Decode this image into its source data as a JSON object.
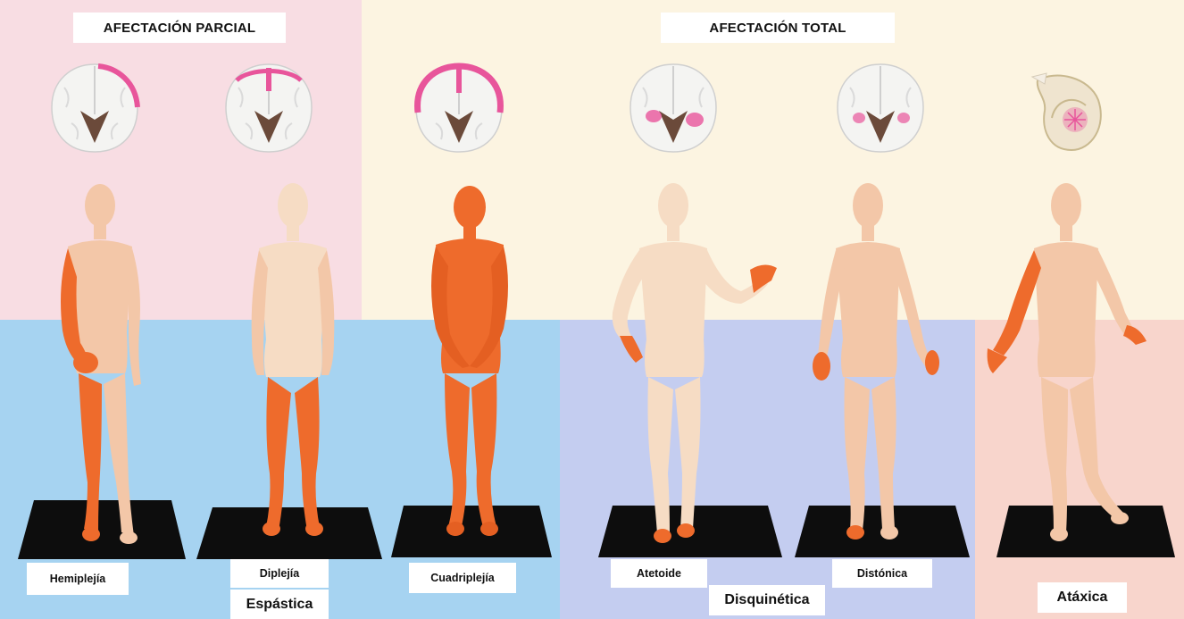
{
  "headers": {
    "partial": "AFECTACIÓN PARCIAL",
    "total": "AFECTACIÓN TOTAL"
  },
  "types": {
    "hemiplejia": "Hemiplejía",
    "diplejia": "Diplejía",
    "cuadriplejia": "Cuadriplejía",
    "atetoide": "Atetoide",
    "distonica": "Distónica"
  },
  "groups": {
    "espastica": "Espástica",
    "disquinetica": "Disquinética",
    "ataxica": "Atáxica"
  },
  "colors": {
    "partial_bg": "#f8dde3",
    "total_bg": "#fcf4e1",
    "spastic_bg": "#a6d3f1",
    "dyskinetic_bg": "#c4cdf0",
    "ataxic_bg": "#f8d5cc",
    "affected_limb": "#ee6b2c",
    "skin_light": "#f6dcc4",
    "skin_mid": "#f3c7a8",
    "brain_lesion": "#e8559b",
    "platform": "#0d0d0d"
  }
}
